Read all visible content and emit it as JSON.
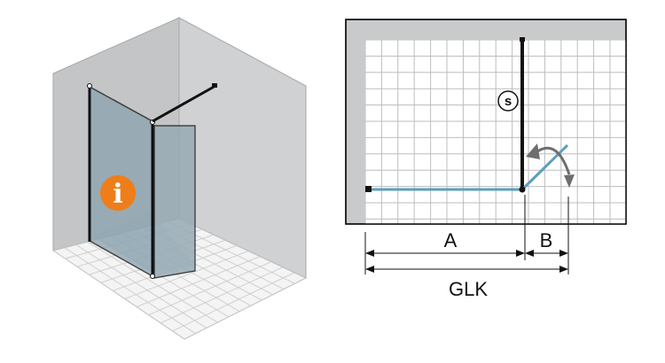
{
  "labels": {
    "a": "A",
    "b": "B",
    "glk": "GLK",
    "s": "s",
    "info": "i"
  },
  "colors": {
    "wall": "#c9cacb",
    "glass_blue": "#5a9fbd",
    "info_orange": "#ee7d1a",
    "frame": "#111111"
  },
  "icons": {
    "info": "info-icon",
    "rotation": "rotation-arrow-icon"
  }
}
